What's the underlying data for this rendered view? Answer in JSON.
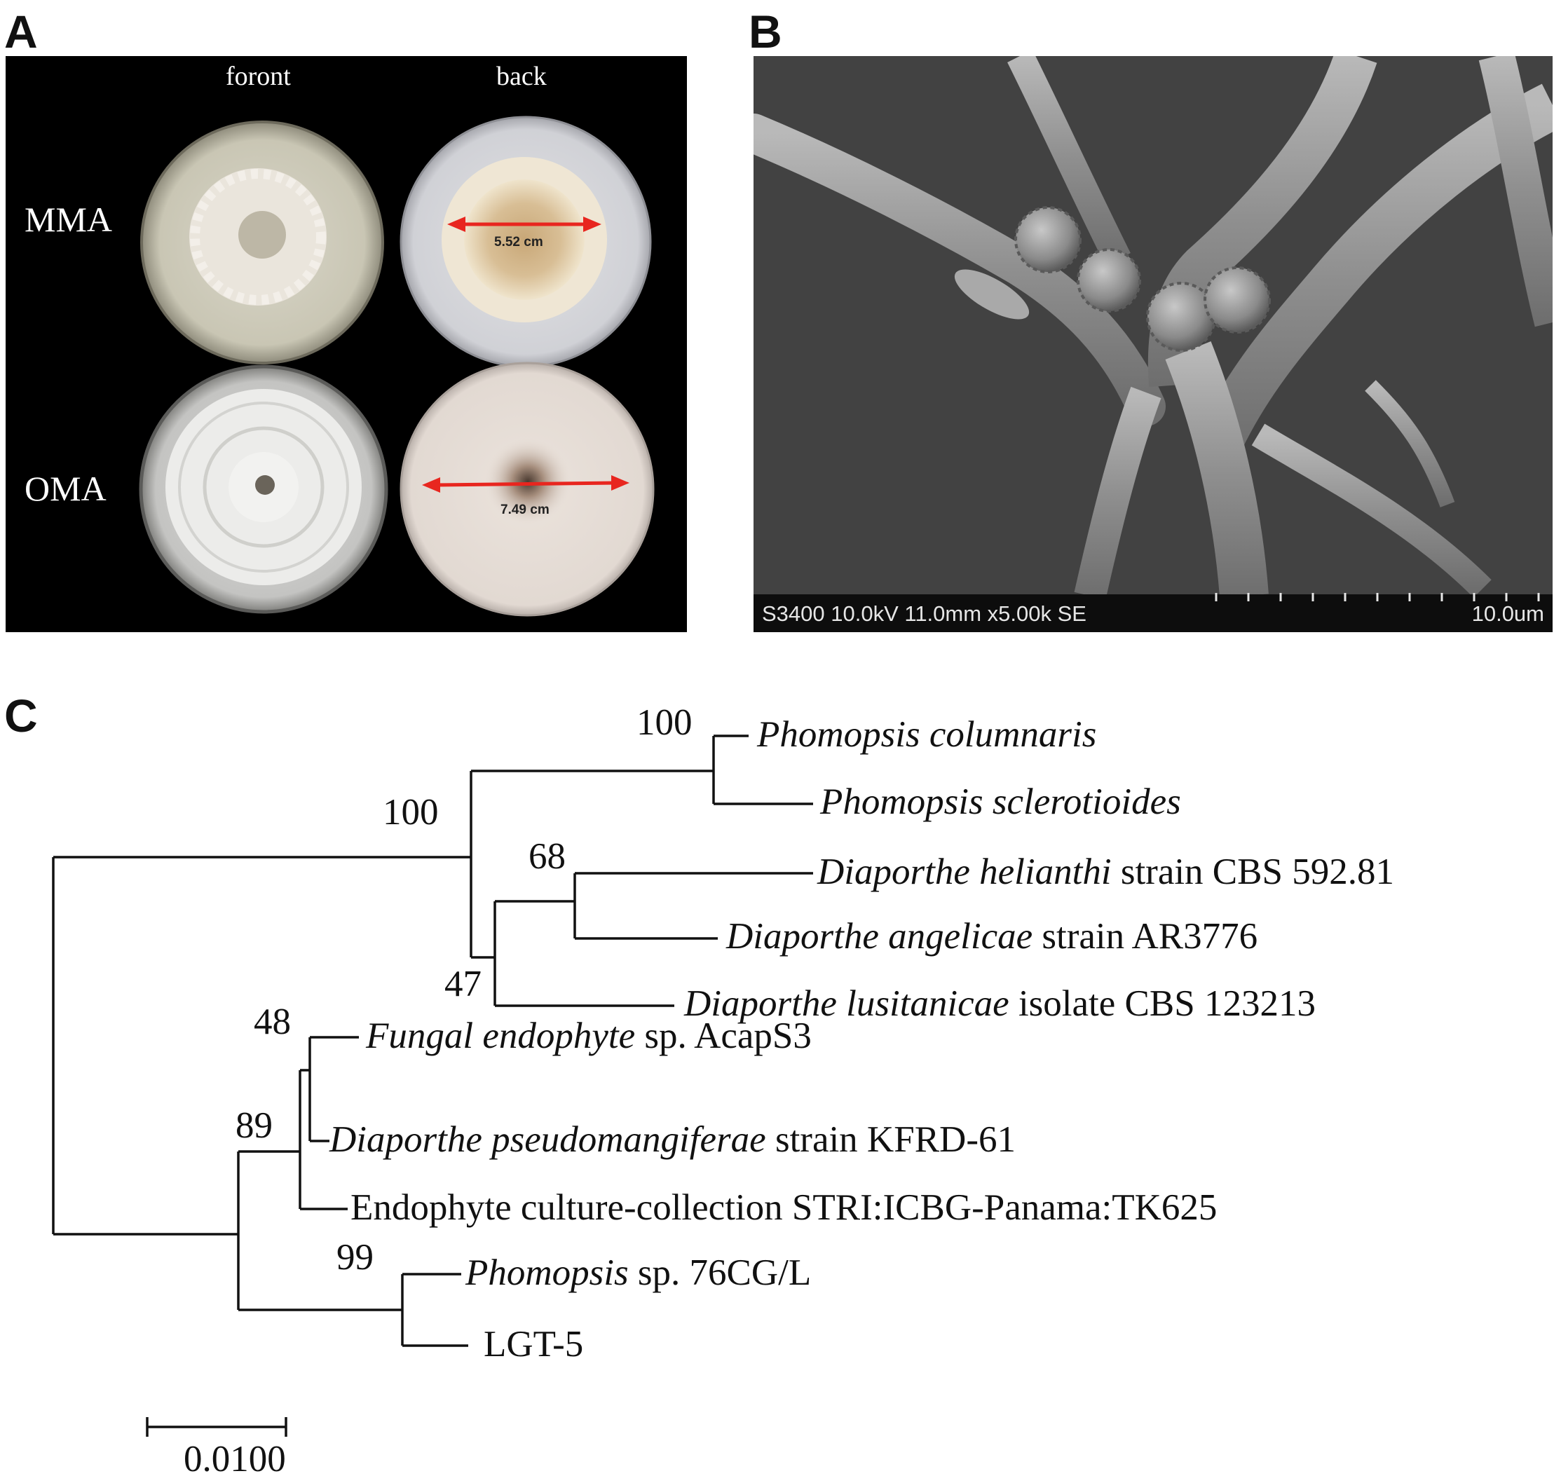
{
  "panel_letters": {
    "a": "A",
    "b": "B",
    "c": "C"
  },
  "panel_a": {
    "columns": [
      "foront",
      "back"
    ],
    "rows": [
      "MMA",
      "OMA"
    ],
    "measurements": {
      "mma": "5.52 cm",
      "oma": "7.49 cm"
    },
    "arrow_color": "#e8261f"
  },
  "panel_b": {
    "info": "S3400 10.0kV 11.0mm x5.00k SE",
    "scale": "10.0um"
  },
  "panel_c": {
    "bootstrap": {
      "phomopsis_clade": "100",
      "phomopsis_diaporthe_clade": "100",
      "helianthi_angelicae": "68",
      "diaporthe_group": "47",
      "fungal_pseudomangiferae": "48",
      "endophyte_group": "89",
      "phomopsis_lgt": "99"
    },
    "taxa": {
      "t1": {
        "italic": "Phomopsis columnaris",
        "rest": ""
      },
      "t2": {
        "italic": "Phomopsis sclerotioides",
        "rest": ""
      },
      "t3": {
        "italic": "Diaporthe helianthi",
        "rest": " strain CBS 592.81"
      },
      "t4": {
        "italic": "Diaporthe angelicae",
        "rest": " strain AR3776"
      },
      "t5": {
        "italic": "Diaporthe lusitanicae",
        "rest": " isolate CBS 123213"
      },
      "t6": {
        "italic": "Fungal endophyte",
        "rest": " sp. AcapS3"
      },
      "t7": {
        "italic": "Diaporthe pseudomangiferae",
        "rest": " strain KFRD-61"
      },
      "t8": {
        "italic": "",
        "rest": "Endophyte culture-collection STRI:ICBG-Panama:TK625"
      },
      "t9": {
        "italic": "Phomopsis",
        "rest": " sp. 76CG/L"
      },
      "t10": {
        "italic": "",
        "rest": "LGT-5"
      }
    },
    "scale_label": "0.0100"
  }
}
